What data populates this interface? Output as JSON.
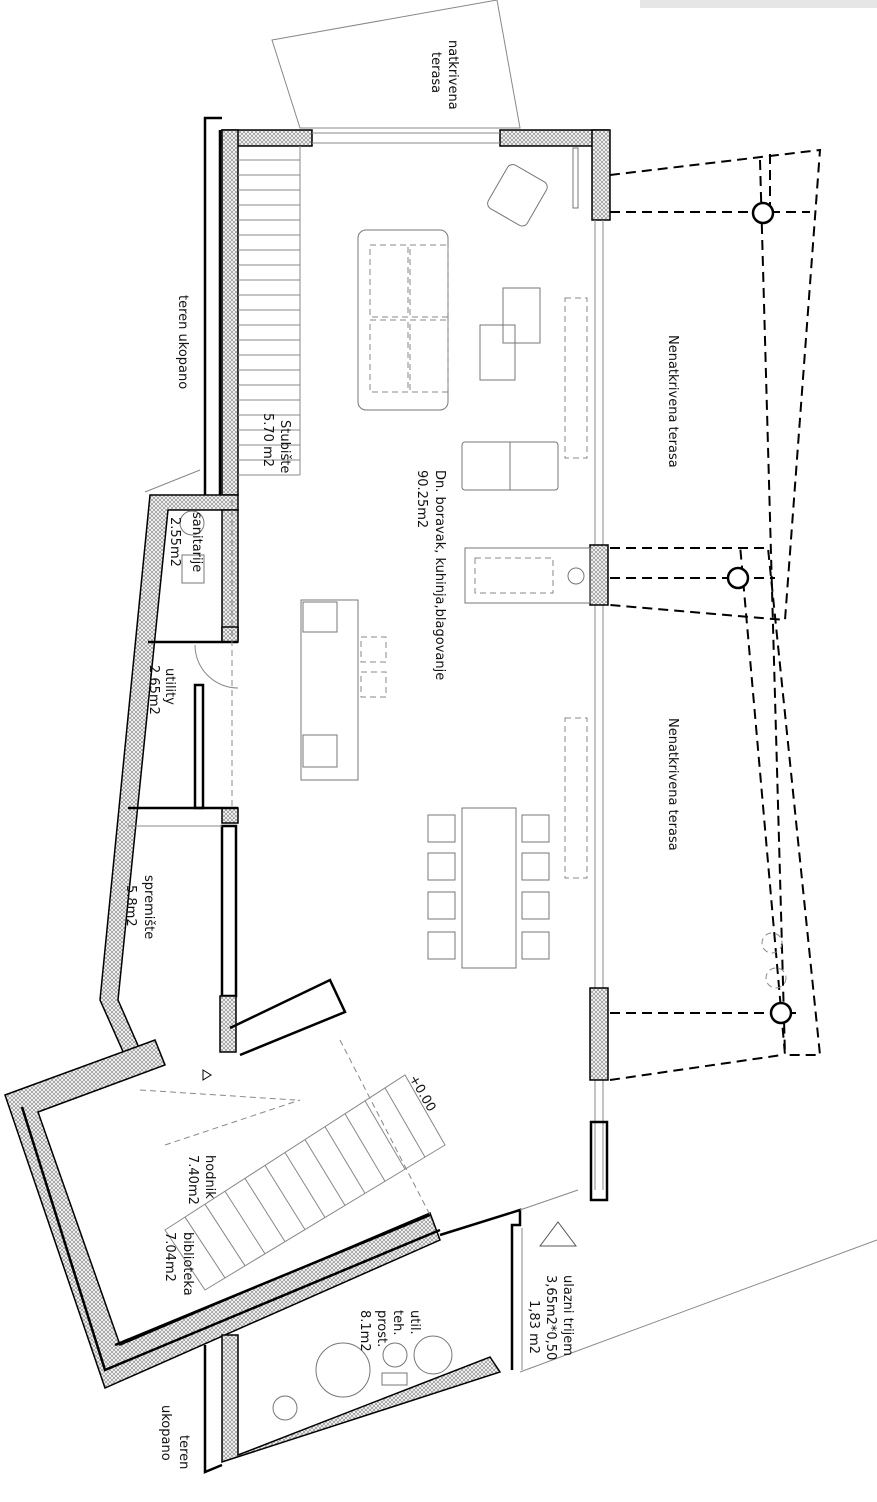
{
  "plan": {
    "labels": {
      "covered_terrace": [
        "natkrivena",
        "terasa"
      ],
      "ground_top": "teren  ukopano",
      "staircase": [
        "Stubište",
        "5.70  m2"
      ],
      "living": [
        "Dn.  boravak,  kuhinja,blagovanje",
        "90.25m2"
      ],
      "terrace_1": "Nenatkrivena  terasa",
      "terrace_2": "Nenatkrivena  terasa",
      "sanitary": [
        "sanitarije",
        "2.55m2"
      ],
      "utility": [
        "utility",
        "2.65m2"
      ],
      "storage": [
        "spremište",
        "5.8m2"
      ],
      "hallway": [
        "hodnik",
        "7.40m2"
      ],
      "library": [
        "biblioteka",
        "7.04m2"
      ],
      "level": "+0.00",
      "tech_room": [
        "util.",
        "teh.",
        "prost.",
        "8.1m2"
      ],
      "entrance_porch": [
        "ulazni  trijem",
        "3,65m2*0,50",
        "1,83  m2"
      ],
      "ground_bottom": [
        "teren",
        "ukopano"
      ]
    },
    "colors": {
      "line": "#000000",
      "hatch": "#9a9a9a",
      "furniture": "#777777"
    }
  }
}
